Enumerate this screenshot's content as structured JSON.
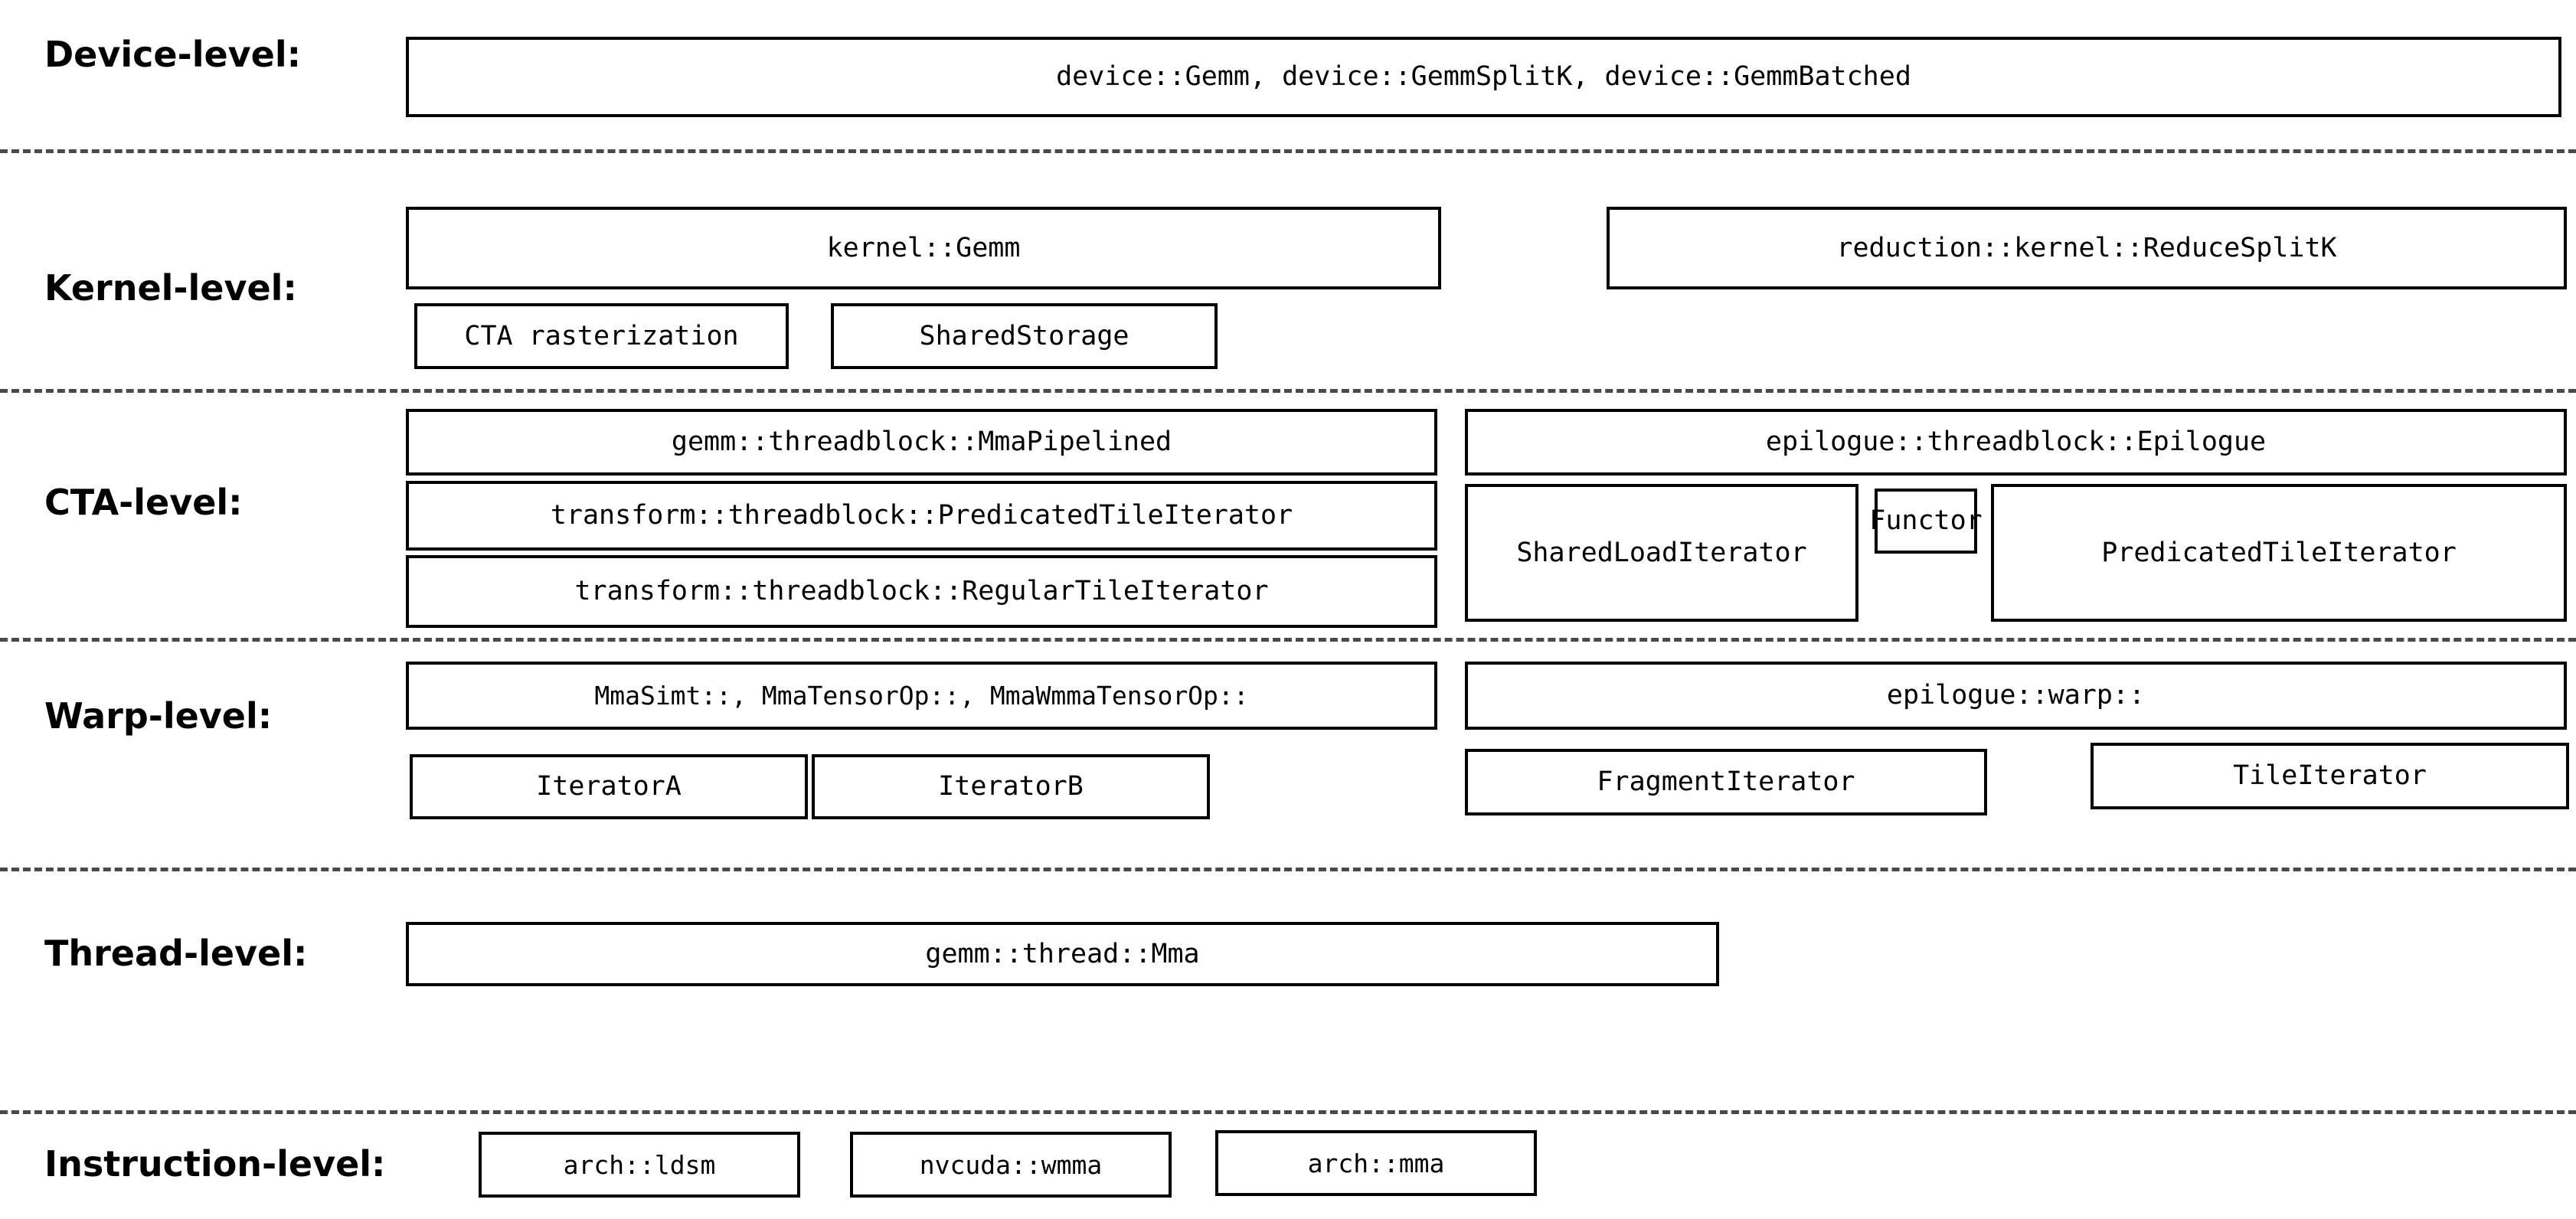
{
  "diagram": {
    "title": "CUTLASS GEMM template hierarchy",
    "type": "layered-block-diagram",
    "background_color": "#ffffff",
    "line_color": "#000000",
    "divider_color": "#4a4a4a"
  },
  "levels": [
    {
      "id": "device",
      "label": "Device-level:",
      "boxes": [
        {
          "id": "device-gemm",
          "text": "device::Gemm, device::GemmSplitK, device::GemmBatched"
        }
      ]
    },
    {
      "id": "kernel",
      "label": "Kernel-level:",
      "boxes": [
        {
          "id": "kernel-gemm",
          "text": "kernel::Gemm"
        },
        {
          "id": "reduction-kernel-reducesplitk",
          "text": "reduction::kernel::ReduceSplitK"
        },
        {
          "id": "cta-rasterization",
          "text": "CTA rasterization"
        },
        {
          "id": "shared-storage",
          "text": "SharedStorage"
        }
      ]
    },
    {
      "id": "cta",
      "label": "CTA-level:",
      "boxes": [
        {
          "id": "gemm-threadblock-mmapipelined",
          "text": "gemm::threadblock::MmaPipelined"
        },
        {
          "id": "epilogue-threadblock-epilogue",
          "text": "epilogue::threadblock::Epilogue"
        },
        {
          "id": "transform-threadblock-predicatedtileiterator",
          "text": "transform::threadblock::PredicatedTileIterator"
        },
        {
          "id": "shared-load-iterator",
          "text": "SharedLoadIterator"
        },
        {
          "id": "functor",
          "text": "Functor"
        },
        {
          "id": "epilogue-predicatedtileiterator",
          "text": "PredicatedTileIterator"
        },
        {
          "id": "transform-threadblock-regulartileiterator",
          "text": "transform::threadblock::RegularTileIterator"
        }
      ]
    },
    {
      "id": "warp",
      "label": "Warp-level:",
      "boxes": [
        {
          "id": "warp-mma-ops",
          "text": "MmaSimt::, MmaTensorOp::, MmaWmmaTensorOp::"
        },
        {
          "id": "epilogue-warp",
          "text": "epilogue::warp::"
        },
        {
          "id": "iterator-a",
          "text": "IteratorA"
        },
        {
          "id": "iterator-b",
          "text": "IteratorB"
        },
        {
          "id": "fragment-iterator",
          "text": "FragmentIterator"
        },
        {
          "id": "tile-iterator",
          "text": "TileIterator"
        }
      ]
    },
    {
      "id": "thread",
      "label": "Thread-level:",
      "boxes": [
        {
          "id": "gemm-thread-mma",
          "text": "gemm::thread::Mma"
        }
      ]
    },
    {
      "id": "instruction",
      "label": "Instruction-level:",
      "boxes": [
        {
          "id": "arch-ldsm",
          "text": "arch::ldsm"
        },
        {
          "id": "nvcuda-wmma",
          "text": "nvcuda::wmma"
        },
        {
          "id": "arch-mma",
          "text": "arch::mma"
        }
      ]
    }
  ]
}
